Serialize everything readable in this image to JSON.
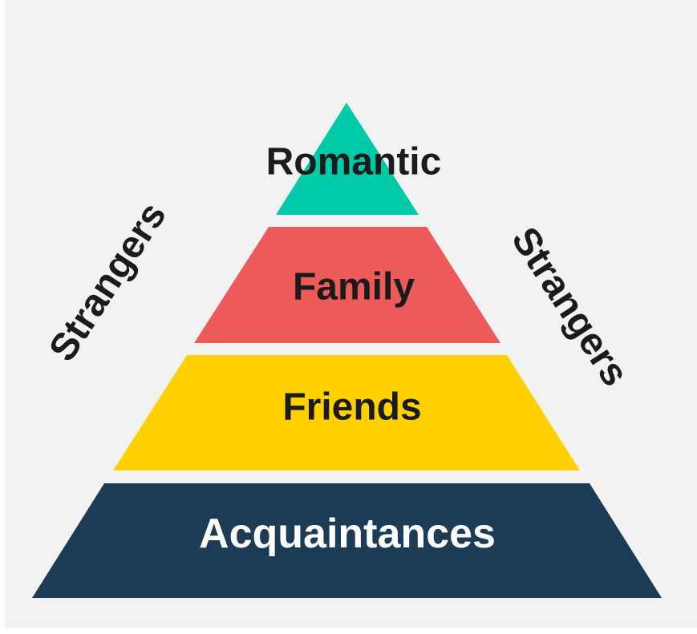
{
  "colors": {
    "background": "#f2f2f2",
    "dark_text": "#1b1b1b",
    "light_text": "#ffffff"
  },
  "tiers": [
    {
      "label": "Romantic",
      "color": "#00c9a7"
    },
    {
      "label": "Family",
      "color": "#ec5b5a"
    },
    {
      "label": "Friends",
      "color": "#ffd100"
    },
    {
      "label": "Acquaintances",
      "color": "#1c3c55"
    }
  ],
  "sides": {
    "left_label": "Strangers",
    "right_label": "Strangers"
  }
}
